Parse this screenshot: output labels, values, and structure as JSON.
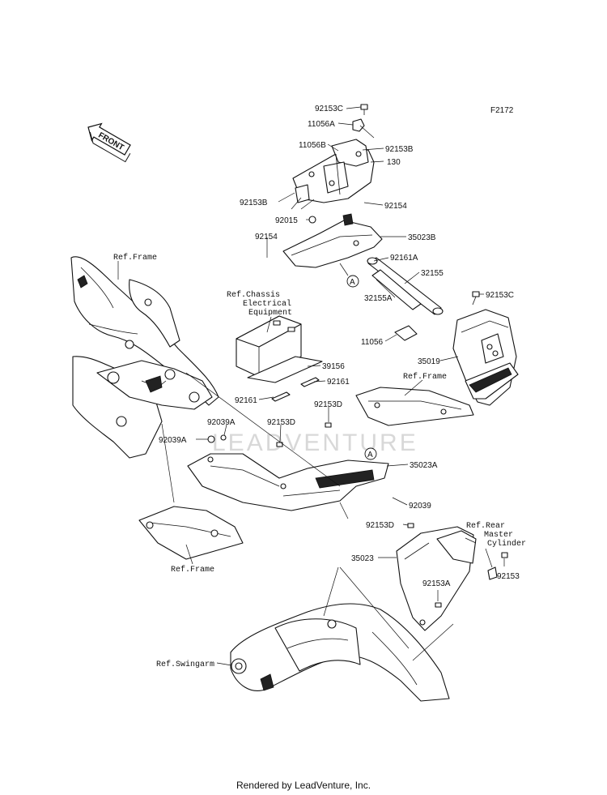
{
  "diagram": {
    "code": "F2172",
    "front_label": "FRONT",
    "watermark": "LEADVENTURE",
    "circle_marker": "A",
    "refs": {
      "frame_top": "Ref.Frame",
      "chassis": [
        "Ref.Chassis",
        "Electrical",
        "Equipment"
      ],
      "frame_mid": "Ref.Frame",
      "frame_bottom": "Ref.Frame",
      "rear_master": [
        "Ref.Rear",
        "Master",
        "Cylinder"
      ],
      "swingarm": "Ref.Swingarm"
    },
    "parts": {
      "p92153C_top": "92153C",
      "p11056A": "11056A",
      "p11056B": "11056B",
      "p92153B_right": "92153B",
      "p130": "130",
      "p92153B_left": "92153B",
      "p92154_right": "92154",
      "p92015": "92015",
      "p35023B": "35023B",
      "p92154_left": "92154",
      "p92161A": "92161A",
      "p32155": "32155",
      "p32155A": "32155A",
      "p92153C_right": "92153C",
      "p11056": "11056",
      "p35019": "35019",
      "p39156": "39156",
      "p92161_right": "92161",
      "p92161_left": "92161",
      "p92153D_mid": "92153D",
      "p92039A_a": "92039A",
      "p92039A_b": "92039A",
      "p92153D_left": "92153D",
      "p35023A": "35023A",
      "p92039": "92039",
      "p92153D_low": "92153D",
      "p35023": "35023",
      "p92153A": "92153A",
      "p92153": "92153"
    }
  },
  "footer": "Rendered by LeadVenture, Inc."
}
